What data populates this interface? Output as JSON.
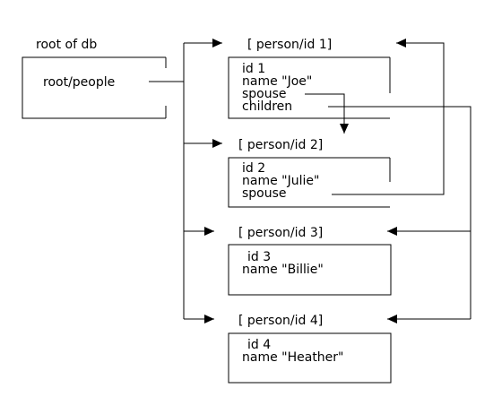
{
  "root": {
    "caption": "root of db",
    "label": "root/people"
  },
  "records": [
    {
      "title": "[ person/id 1]",
      "lines": [
        "id 1",
        "name \"Joe\"",
        "spouse",
        "children"
      ]
    },
    {
      "title": "[ person/id 2]",
      "lines": [
        "id 2",
        "name \"Julie\"",
        "spouse"
      ]
    },
    {
      "title": "[ person/id 3]",
      "lines": [
        "id 3",
        "name \"Billie\""
      ]
    },
    {
      "title": "[ person/id 4]",
      "lines": [
        "id 4",
        "name \"Heather\""
      ]
    }
  ],
  "colors": {
    "stroke": "#000000",
    "background": "#ffffff"
  }
}
